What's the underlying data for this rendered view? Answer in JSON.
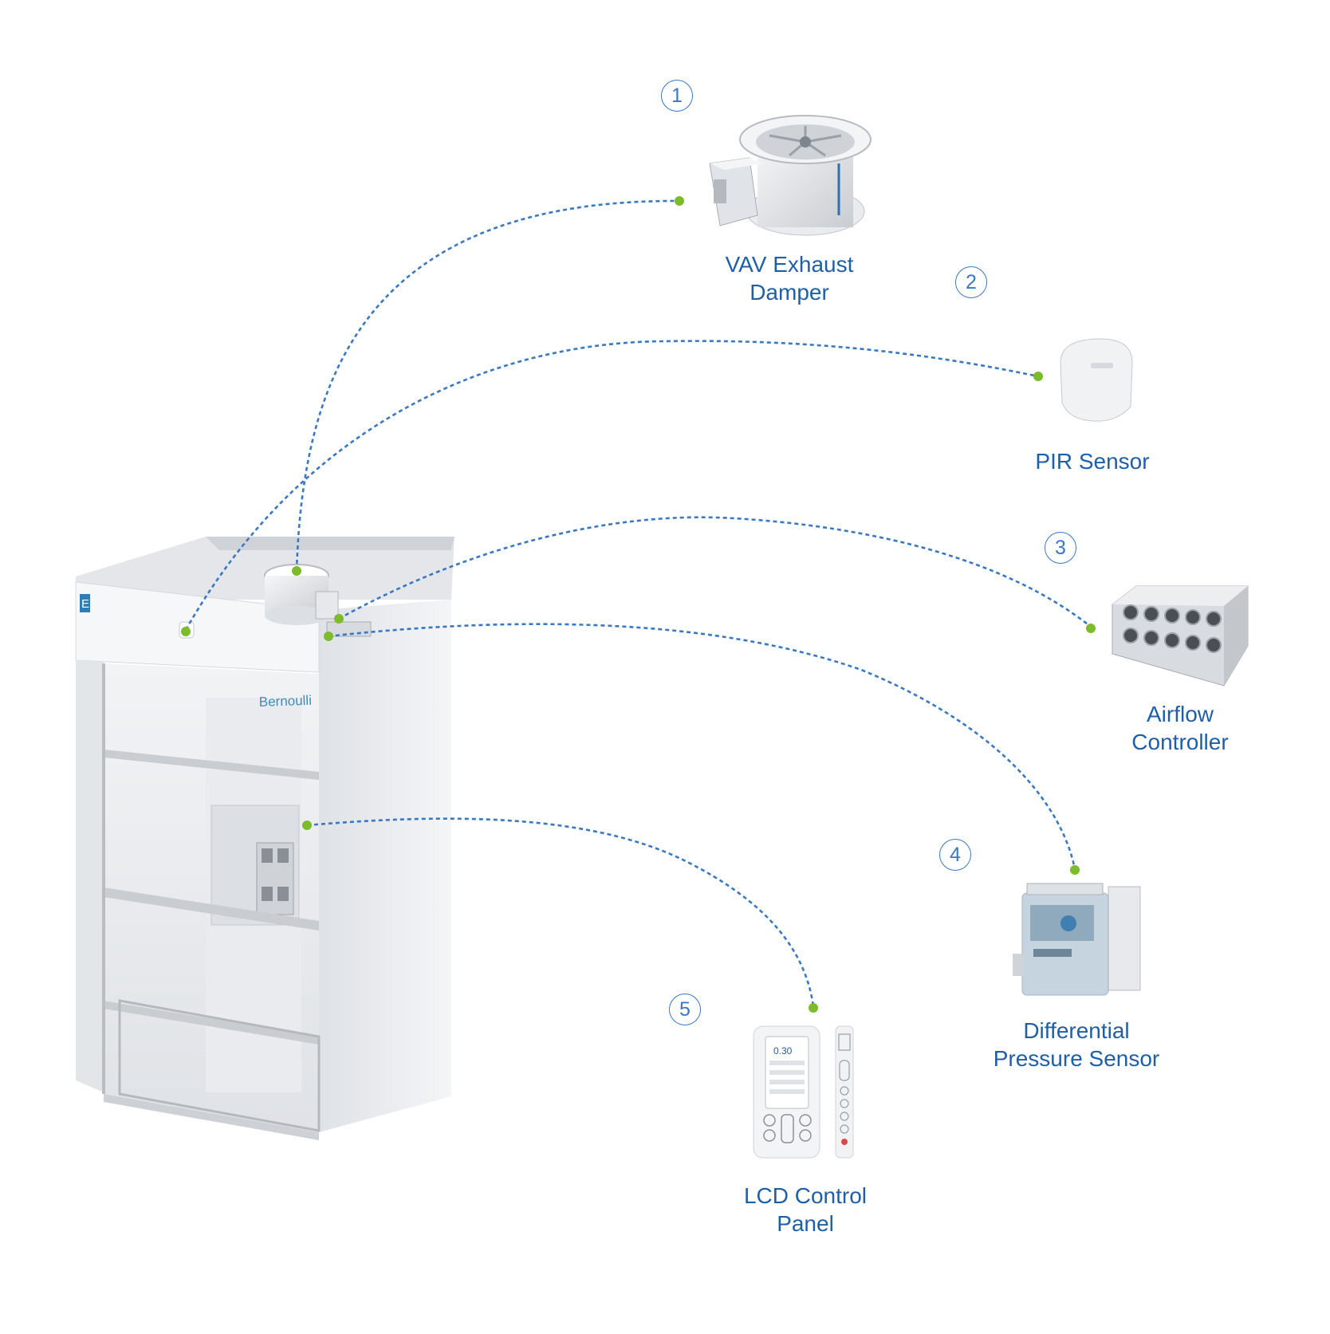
{
  "components": [
    {
      "number": "1",
      "label_lines": [
        "VAV Exhaust",
        "Damper"
      ],
      "icon": "vav-damper-icon"
    },
    {
      "number": "2",
      "label_lines": [
        "PIR Sensor"
      ],
      "icon": "pir-sensor-icon"
    },
    {
      "number": "3",
      "label_lines": [
        "Airflow",
        "Controller"
      ],
      "icon": "airflow-controller-icon"
    },
    {
      "number": "4",
      "label_lines": [
        "Differential",
        "Pressure Sensor"
      ],
      "icon": "pressure-sensor-icon"
    },
    {
      "number": "5",
      "label_lines": [
        "LCD Control",
        "Panel"
      ],
      "icon": "lcd-panel-icon"
    }
  ],
  "cabinet": {
    "brand": "Bernoulli",
    "logo_letter": "E"
  },
  "lcd_screen": {
    "reading": "0.30"
  },
  "colors": {
    "connector": "#3a78c2",
    "dot": "#7cbb2b",
    "label": "#1f5fa8",
    "cabinet": "#eef0f2"
  }
}
